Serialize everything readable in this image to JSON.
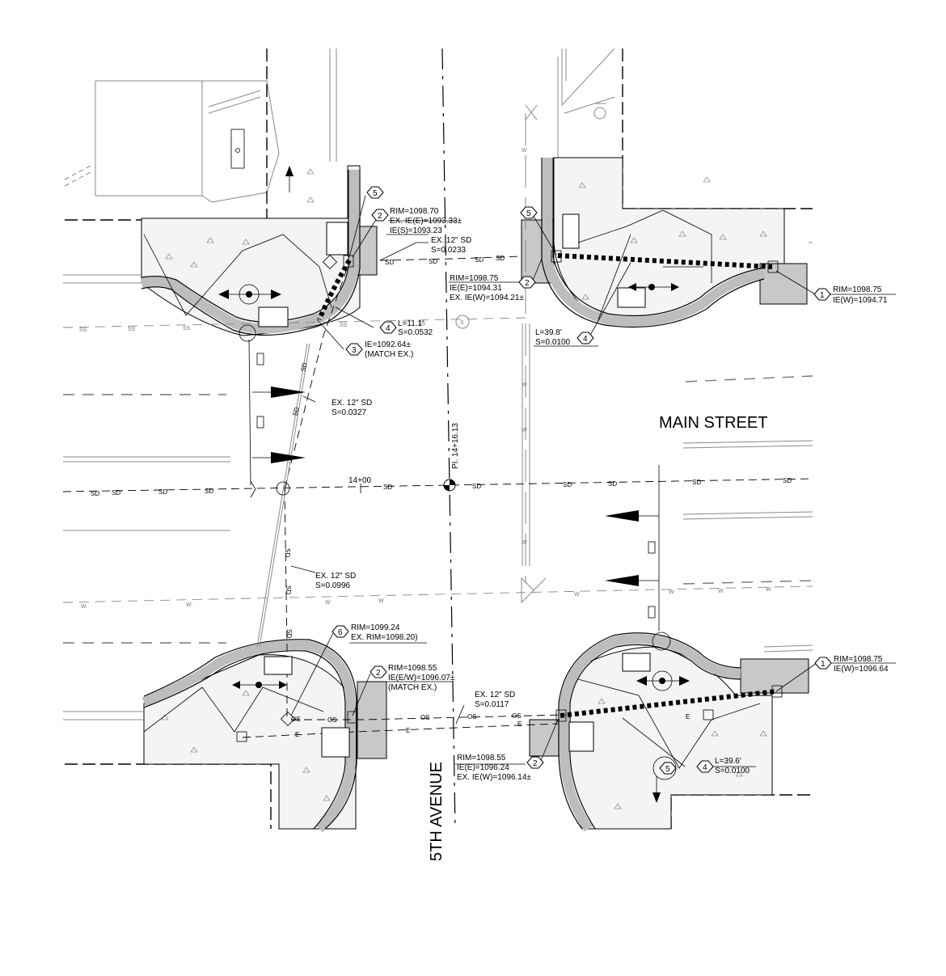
{
  "streets": {
    "main": "MAIN STREET",
    "fifth": "5TH AVENUE"
  },
  "station": {
    "pi": "PI. 14+16.13",
    "sta": "14+00"
  },
  "line_labels": {
    "sd": "SD",
    "w": "W",
    "ss": "SS",
    "os": "OS",
    "e": "E"
  },
  "callouts": {
    "nw_5": "5",
    "nw_2": "2",
    "nw_2_lines": [
      "RIM=1098.70",
      "EX. IE(E)=1093.33±",
      "IE(S)=1093.23"
    ],
    "nw_pipe": [
      "EX. 12\" SD",
      "S=0.0233"
    ],
    "nw_4": "4",
    "nw_4_lines": [
      "L=11.1'",
      "S=0.0532"
    ],
    "nw_3": "3",
    "nw_3_lines": [
      "IE=1092.64±",
      "(MATCH EX.)"
    ],
    "ne_5": "5",
    "ne_2": "2",
    "ne_2_lines": [
      "RIM=1098.75",
      "IE(E)=1094.31",
      "EX. IE(W)=1094.21±"
    ],
    "ne_1": "1",
    "ne_1_lines": [
      "RIM=1098.75",
      "IE(W)=1094.71"
    ],
    "ne_4": "4",
    "ne_4_lines": [
      "L=39.8'",
      "S=0.0100"
    ],
    "w_pipe_1": [
      "EX. 12\" SD",
      "S=0.0327"
    ],
    "w_pipe_2": [
      "EX. 12\" SD",
      "S=0.0996"
    ],
    "sw_6": "6",
    "sw_6_lines": [
      "RIM=1099.24",
      "EX. RIM=1098.20)"
    ],
    "sw_2": "2",
    "sw_2_lines": [
      "RIM=1098.55",
      "IE(E/W)=1096.07±",
      "(MATCH EX.)"
    ],
    "s_pipe": [
      "EX. 12\" SD",
      "S=0.0117"
    ],
    "se_2": "2",
    "se_2_lines": [
      "RIM=1098.55",
      "IE(E)=1096.24",
      "EX. IE(W)=1096.14±"
    ],
    "se_1": "1",
    "se_1_lines": [
      "RIM=1098.75",
      "IE(W)=1096.64"
    ],
    "se_4": "4",
    "se_4_lines": [
      "L=39.6'",
      "S=0.0100"
    ],
    "se_5": "5"
  }
}
